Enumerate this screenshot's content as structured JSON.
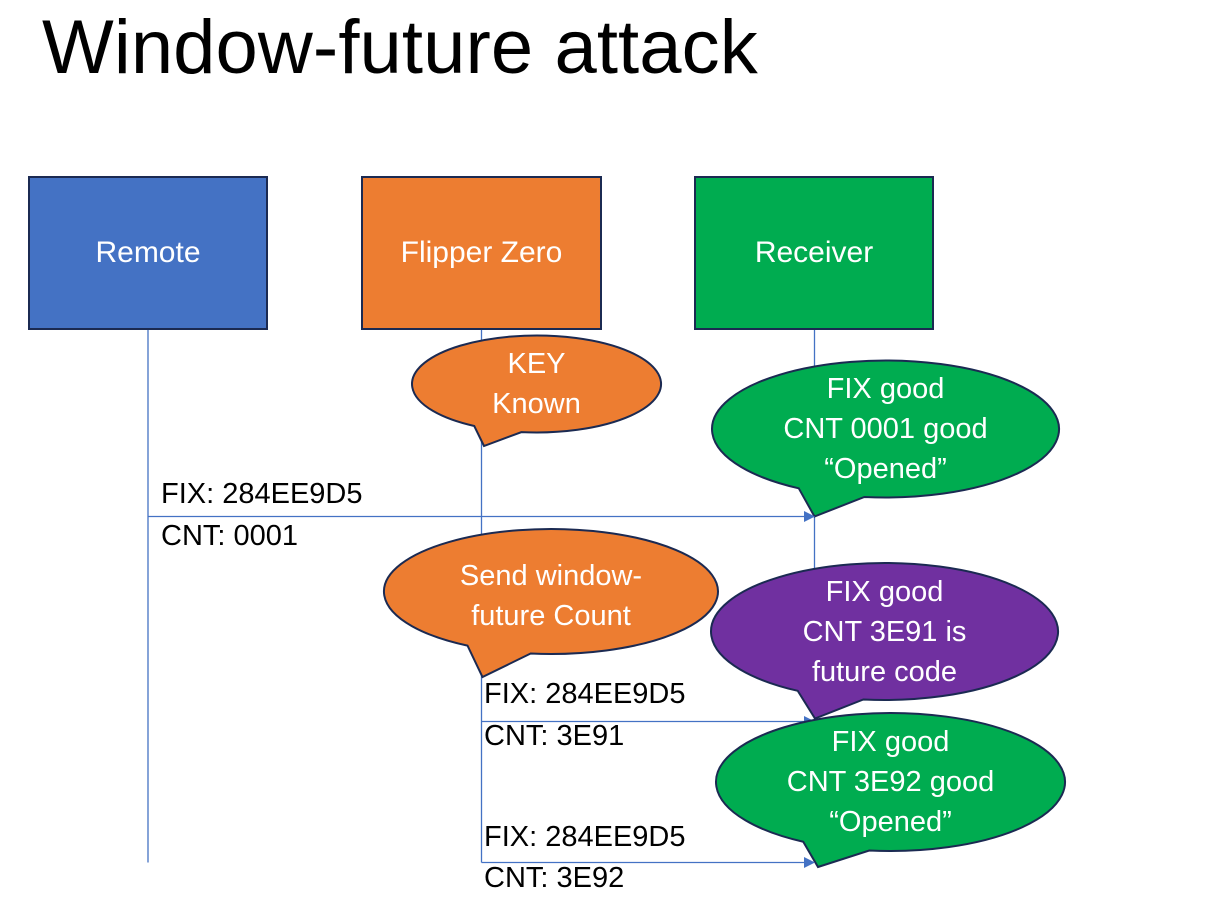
{
  "title": "Window-future attack",
  "colors": {
    "blue": "#4472C4",
    "orange": "#ED7D31",
    "green": "#00AC50",
    "purple": "#7030A0",
    "outline": "#1B2A52",
    "connector": "#4472C4",
    "title-text": "#000000",
    "text-dark": "#000000",
    "text-light": "#FFFFFF"
  },
  "actors": [
    {
      "id": "remote",
      "label": "Remote",
      "color": "blue"
    },
    {
      "id": "flipper-zero",
      "label": "Flipper Zero",
      "color": "orange"
    },
    {
      "id": "receiver",
      "label": "Receiver",
      "color": "green"
    }
  ],
  "messages": [
    {
      "from": "remote",
      "to": "receiver",
      "line1": "FIX: 284EE9D5",
      "line2": "CNT: 0001"
    },
    {
      "from": "flipper-zero",
      "to": "receiver",
      "line1": "FIX: 284EE9D5",
      "line2": "CNT: 3E91"
    },
    {
      "from": "flipper-zero",
      "to": "receiver",
      "line1": "FIX: 284EE9D5",
      "line2": "CNT: 3E92"
    }
  ],
  "callouts": [
    {
      "id": "key-known",
      "color": "orange",
      "attached_to": "flipper-zero",
      "lines": [
        "KEY",
        "Known"
      ]
    },
    {
      "id": "fix-good-cnt-0001",
      "color": "green",
      "attached_to": "receiver",
      "lines": [
        "FIX good",
        "CNT 0001 good",
        "“Opened”"
      ]
    },
    {
      "id": "send-window-future",
      "color": "orange",
      "attached_to": "flipper-zero",
      "lines": [
        "Send window-",
        "future Count"
      ]
    },
    {
      "id": "fix-good-cnt-3e91",
      "color": "purple",
      "attached_to": "receiver",
      "lines": [
        "FIX good",
        "CNT 3E91 is",
        "future code"
      ]
    },
    {
      "id": "fix-good-cnt-3e92",
      "color": "green",
      "attached_to": "receiver",
      "lines": [
        "FIX good",
        "CNT 3E92 good",
        "“Opened”"
      ]
    }
  ]
}
